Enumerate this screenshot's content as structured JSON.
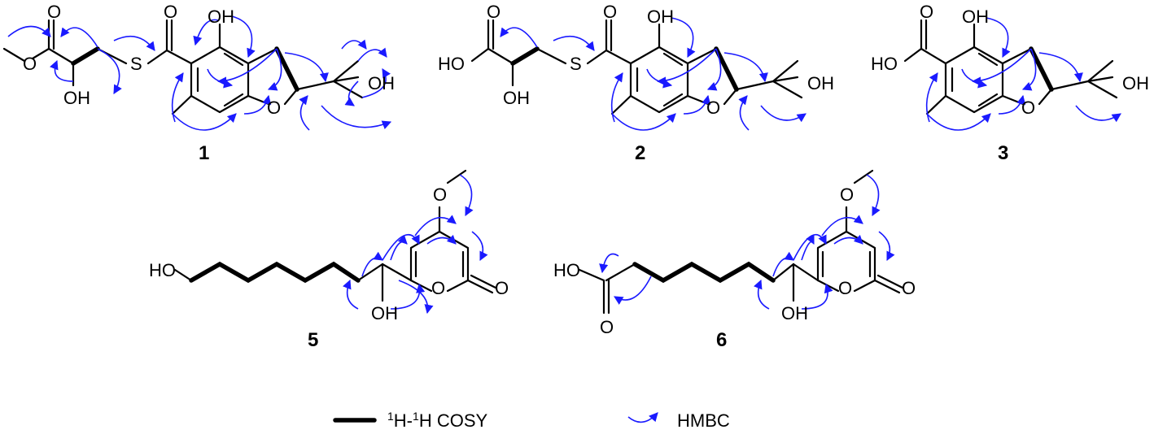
{
  "compounds": [
    {
      "number": "1",
      "labels": {
        "o_top1": "O",
        "o_ester": "O",
        "s": "S",
        "o_thio": "O",
        "oh_top": "OH",
        "oh_side": "OH",
        "o_ring": "O",
        "oh_right": "OH"
      }
    },
    {
      "number": "2",
      "labels": {
        "o_top1": "O",
        "ho": "HO",
        "s": "S",
        "o_thio": "O",
        "oh_top": "OH",
        "oh_side": "OH",
        "o_ring": "O",
        "oh_right": "OH"
      }
    },
    {
      "number": "3",
      "labels": {
        "o_top": "O",
        "ho": "HO",
        "oh_top": "OH",
        "o_ring": "O",
        "oh_right": "OH"
      }
    },
    {
      "number": "5",
      "labels": {
        "ho": "HO",
        "oh": "OH",
        "o_ring": "O",
        "o_keto": "O",
        "o_methoxy": "O"
      }
    },
    {
      "number": "6",
      "labels": {
        "ho": "HO",
        "o_acid": "O",
        "oh": "OH",
        "o_ring": "O",
        "o_keto": "O",
        "o_methoxy": "O"
      }
    }
  ],
  "legend": {
    "cosy_label": "H-",
    "cosy_label_tail": "H COSY",
    "cosy_sup1": "1",
    "cosy_sup2": "1",
    "hmbc_label": "HMBC"
  },
  "colors": {
    "hmbc": "#1a1aff",
    "bond": "#000000"
  }
}
